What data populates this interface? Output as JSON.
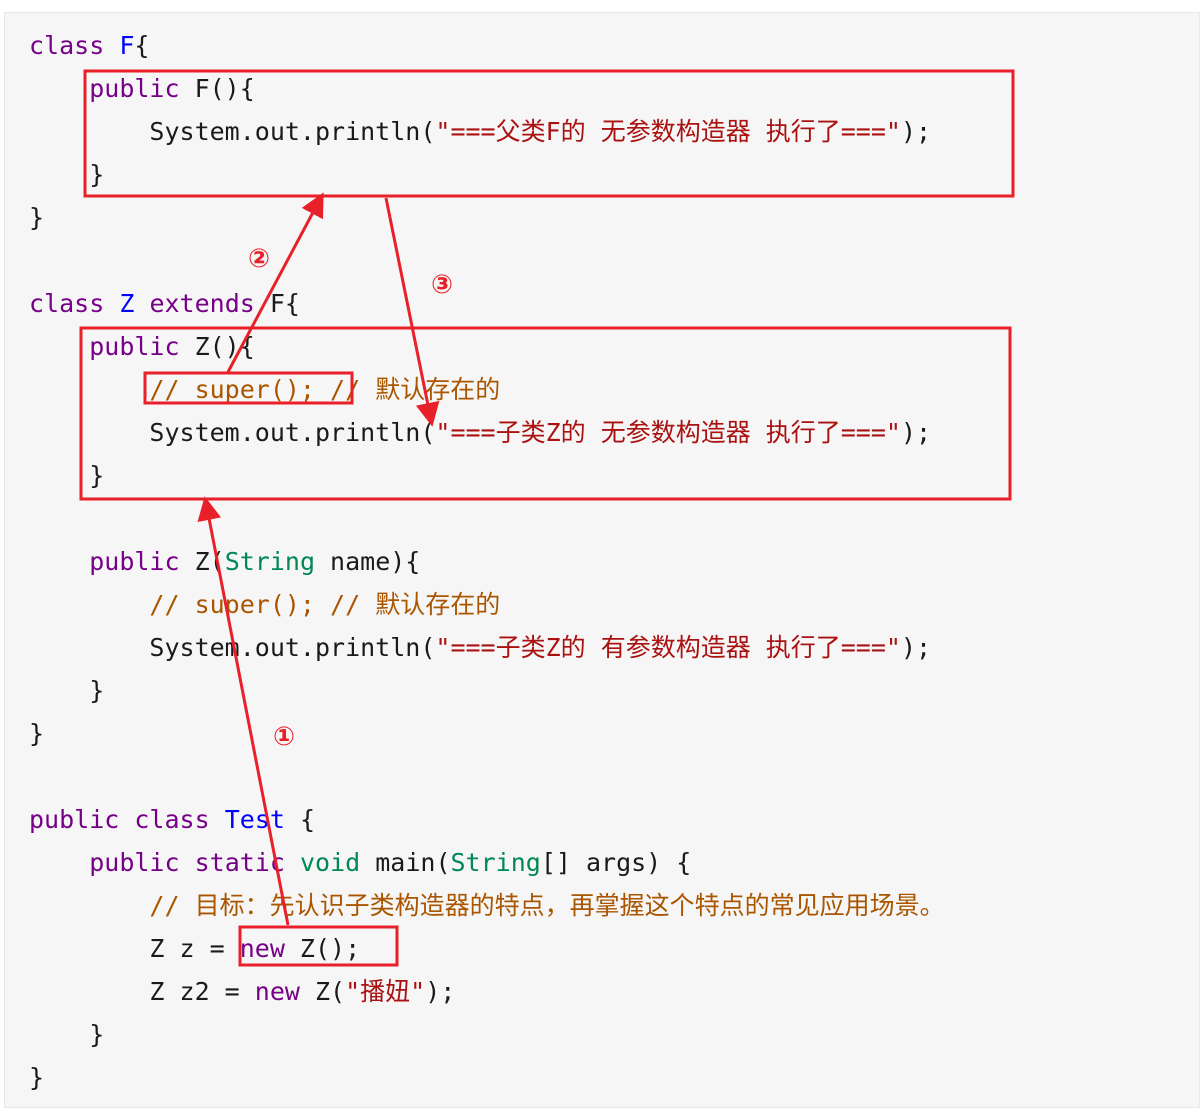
{
  "code": {
    "lines": [
      [
        {
          "t": "class ",
          "c": "kw"
        },
        {
          "t": "F",
          "c": "def"
        },
        {
          "t": "{",
          "c": "plain"
        }
      ],
      [
        {
          "t": "    ",
          "c": "plain"
        },
        {
          "t": "public",
          "c": "kw"
        },
        {
          "t": " F(){",
          "c": "plain"
        }
      ],
      [
        {
          "t": "        System.out.println(",
          "c": "plain"
        },
        {
          "t": "\"===父类F的 无参数构造器 执行了===\"",
          "c": "str"
        },
        {
          "t": ");",
          "c": "plain"
        }
      ],
      [
        {
          "t": "    }",
          "c": "plain"
        }
      ],
      [
        {
          "t": "}",
          "c": "plain"
        }
      ],
      [],
      [
        {
          "t": "class ",
          "c": "kw"
        },
        {
          "t": "Z",
          "c": "def"
        },
        {
          "t": " ",
          "c": "plain"
        },
        {
          "t": "extends",
          "c": "kw"
        },
        {
          "t": " F{",
          "c": "plain"
        }
      ],
      [
        {
          "t": "    ",
          "c": "plain"
        },
        {
          "t": "public",
          "c": "kw"
        },
        {
          "t": " Z(){",
          "c": "plain"
        }
      ],
      [
        {
          "t": "        ",
          "c": "plain"
        },
        {
          "t": "// super(); // 默认存在的",
          "c": "cm"
        }
      ],
      [
        {
          "t": "        System.out.println(",
          "c": "plain"
        },
        {
          "t": "\"===子类Z的 无参数构造器 执行了===\"",
          "c": "str"
        },
        {
          "t": ");",
          "c": "plain"
        }
      ],
      [
        {
          "t": "    }",
          "c": "plain"
        }
      ],
      [],
      [
        {
          "t": "    ",
          "c": "plain"
        },
        {
          "t": "public",
          "c": "kw"
        },
        {
          "t": " Z(",
          "c": "plain"
        },
        {
          "t": "String",
          "c": "type"
        },
        {
          "t": " name){",
          "c": "plain"
        }
      ],
      [
        {
          "t": "        ",
          "c": "plain"
        },
        {
          "t": "// super(); // 默认存在的",
          "c": "cm"
        }
      ],
      [
        {
          "t": "        System.out.println(",
          "c": "plain"
        },
        {
          "t": "\"===子类Z的 有参数构造器 执行了===\"",
          "c": "str"
        },
        {
          "t": ");",
          "c": "plain"
        }
      ],
      [
        {
          "t": "    }",
          "c": "plain"
        }
      ],
      [
        {
          "t": "}",
          "c": "plain"
        }
      ],
      [],
      [
        {
          "t": "public",
          "c": "kw"
        },
        {
          "t": " ",
          "c": "plain"
        },
        {
          "t": "class",
          "c": "kw"
        },
        {
          "t": " ",
          "c": "plain"
        },
        {
          "t": "Test",
          "c": "def"
        },
        {
          "t": " {",
          "c": "plain"
        }
      ],
      [
        {
          "t": "    ",
          "c": "plain"
        },
        {
          "t": "public",
          "c": "kw"
        },
        {
          "t": " ",
          "c": "plain"
        },
        {
          "t": "static",
          "c": "kw"
        },
        {
          "t": " ",
          "c": "plain"
        },
        {
          "t": "void",
          "c": "type"
        },
        {
          "t": " main(",
          "c": "plain"
        },
        {
          "t": "String",
          "c": "type"
        },
        {
          "t": "[] args) {",
          "c": "plain"
        }
      ],
      [
        {
          "t": "        ",
          "c": "plain"
        },
        {
          "t": "// 目标：先认识子类构造器的特点，再掌握这个特点的常见应用场景。",
          "c": "cm"
        }
      ],
      [
        {
          "t": "        Z z = ",
          "c": "plain"
        },
        {
          "t": "new",
          "c": "kw"
        },
        {
          "t": " Z();",
          "c": "plain"
        }
      ],
      [
        {
          "t": "        Z z2 = ",
          "c": "plain"
        },
        {
          "t": "new",
          "c": "kw"
        },
        {
          "t": " Z(",
          "c": "plain"
        },
        {
          "t": "\"播妞\"",
          "c": "str"
        },
        {
          "t": ");",
          "c": "plain"
        }
      ],
      [
        {
          "t": "    }",
          "c": "plain"
        }
      ],
      [
        {
          "t": "}",
          "c": "plain"
        }
      ]
    ]
  },
  "annotations": {
    "step1_label": "①",
    "step2_label": "②",
    "step3_label": "③",
    "highlight_color": "#e8202a"
  }
}
